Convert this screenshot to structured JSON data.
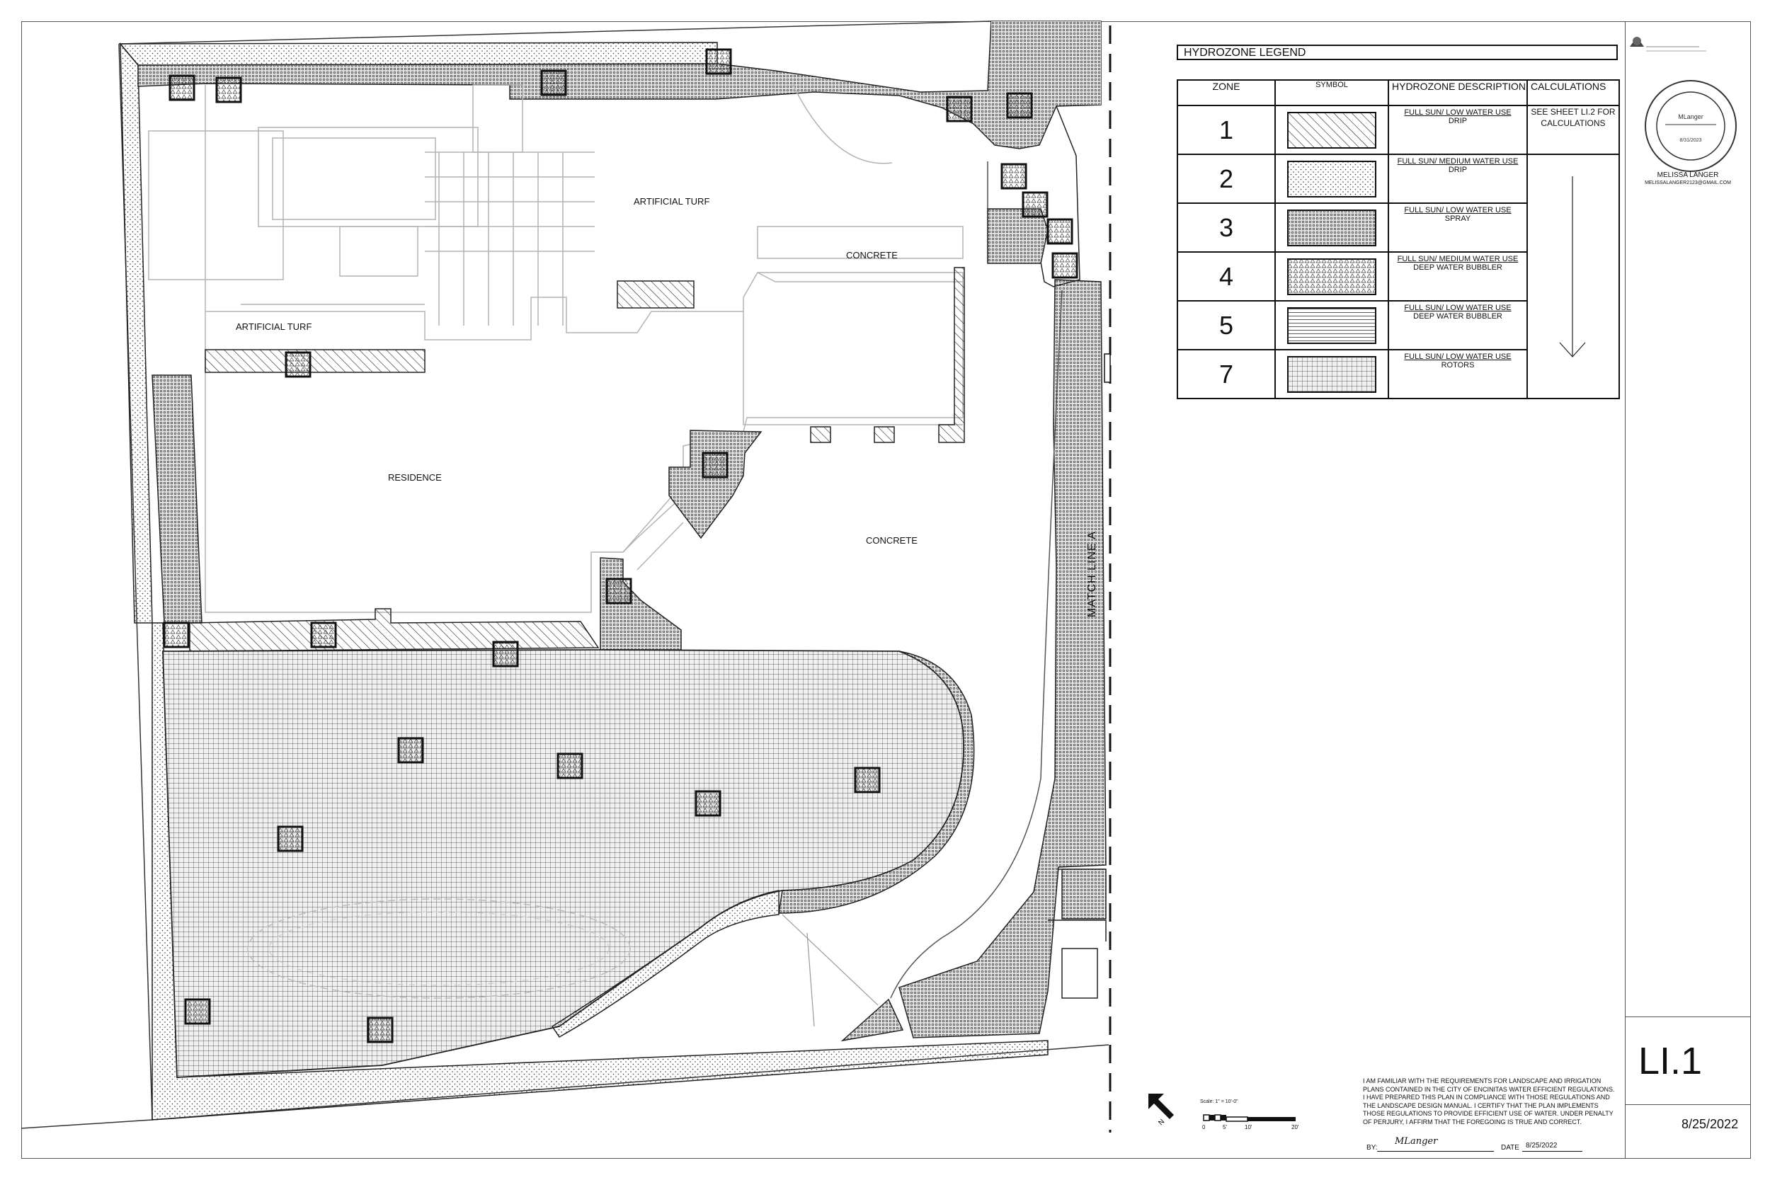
{
  "plan_labels": {
    "artificial_turf_top": "ARTIFICIAL TURF",
    "artificial_turf_left": "ARTIFICIAL TURF",
    "concrete_top": "CONCRETE",
    "residence": "RESIDENCE",
    "concrete_main": "CONCRETE",
    "match_line": "MATCH LINE A"
  },
  "legend": {
    "title": "HYDROZONE LEGEND",
    "headers": {
      "zone": "ZONE",
      "symbol": "SYMBOL",
      "description": "HYDROZONE DESCRIPTION",
      "calculations": "CALCULATIONS"
    },
    "calc_note": "SEE SHEET LI.2 FOR CALCULATIONS",
    "rows": [
      {
        "zone": "1",
        "line1": "FULL SUN/ LOW WATER USE",
        "line2": "DRIP",
        "pattern": "hatch"
      },
      {
        "zone": "2",
        "line1": "FULL SUN/ MEDIUM  WATER USE",
        "line2": "DRIP",
        "pattern": "dots-fine"
      },
      {
        "zone": "3",
        "line1": "FULL SUN/ LOW  WATER USE",
        "line2": "SPRAY",
        "pattern": "dots-dense"
      },
      {
        "zone": "4",
        "line1": "FULL SUN/ MEDIUM  WATER USE",
        "line2": "DEEP WATER BUBBLER",
        "pattern": "triangles"
      },
      {
        "zone": "5",
        "line1": "FULL SUN/ LOW  WATER USE",
        "line2": "DEEP WATER BUBBLER",
        "pattern": "hlines"
      },
      {
        "zone": "7",
        "line1": "FULL SUN/ LOW  WATER USE",
        "line2": "ROTORS",
        "pattern": "grid"
      }
    ]
  },
  "designer": {
    "name": "MELISSA LANGER",
    "email": "MELISSALANGER2123@GMAIL.COM",
    "signature": "MLanger"
  },
  "sheet": {
    "id": "LI.1",
    "date": "8/25/2022"
  },
  "certification": "I AM FAMILIAR WITH THE REQUIREMENTS FOR LANDSCAPE AND IRRIGATION PLANS CONTAINED IN THE CITY OF ENCINITAS WATER EFFICIENT REGULATIONS. I HAVE PREPARED THIS PLAN IN COMPLIANCE WITH THOSE REGULATIONS AND THE LANDSCAPE DESIGN MANUAL. I CERTIFY THAT THE PLAN IMPLEMENTS THOSE REGULATIONS TO PROVIDE EFFICIENT USE OF WATER. UNDER PENALTY OF PERJURY, I AFFIRM THAT THE FOREGOING IS TRUE AND CORRECT.",
  "signoff": {
    "by_label": "BY:",
    "date_label": "DATE",
    "date_value": "8/25/2022"
  },
  "scale": {
    "label": "Scale: 1\" = 10'-0\"",
    "ticks": [
      "0",
      "5'",
      "10'",
      "20'"
    ]
  },
  "colors": {
    "line": "#111111",
    "light_line": "#b0b0b0"
  }
}
